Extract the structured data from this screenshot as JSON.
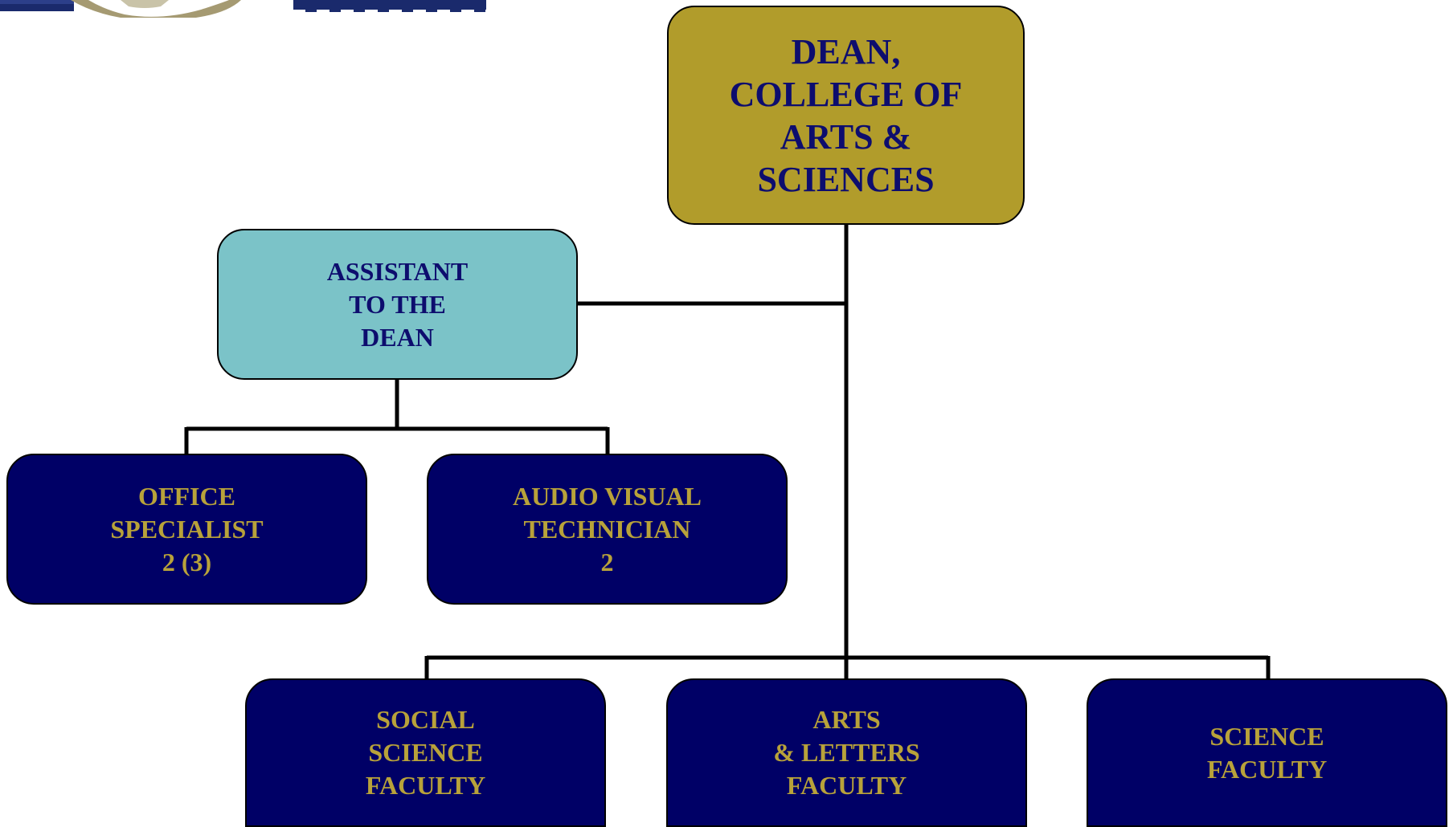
{
  "colors": {
    "dean_fill": "#b19c2b",
    "dean_text": "#0d0d6e",
    "assistant_fill": "#7bc3c8",
    "assistant_text": "#0d0d6e",
    "unit_fill": "#000066",
    "unit_text": "#b8a23a",
    "connector": "#000000",
    "logo_gold": "#a59a72",
    "logo_navy": "#1a2a6c"
  },
  "dean": {
    "lines": [
      "DEAN,",
      "COLLEGE OF",
      "ARTS &",
      "SCIENCES"
    ]
  },
  "assistant": {
    "lines": [
      "ASSISTANT",
      "TO THE",
      "DEAN"
    ]
  },
  "office_specialist": {
    "lines": [
      "OFFICE",
      "SPECIALIST",
      "2 (3)"
    ]
  },
  "audio_visual": {
    "lines": [
      "AUDIO VISUAL",
      "TECHNICIAN",
      "2"
    ]
  },
  "social_science": {
    "lines": [
      "SOCIAL",
      "SCIENCE",
      "FACULTY"
    ]
  },
  "arts_letters": {
    "lines": [
      "ARTS",
      "& LETTERS",
      "FACULTY"
    ]
  },
  "science": {
    "lines": [
      "SCIENCE",
      "FACULTY"
    ]
  },
  "logo": {
    "icon": "university-seal-logo"
  }
}
